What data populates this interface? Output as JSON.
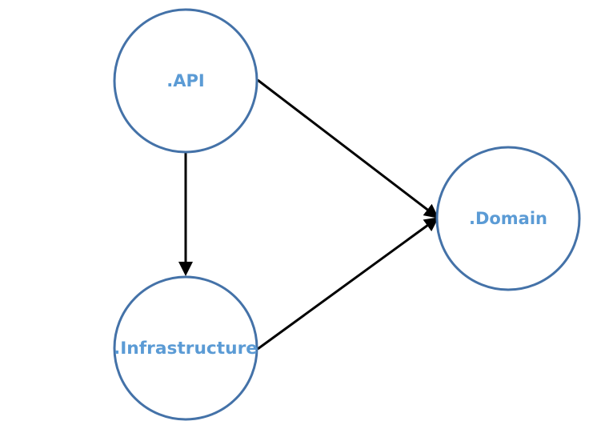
{
  "colors": {
    "node_stroke": "#4472a8",
    "label_text": "#5b9bd5",
    "edge": "#000000",
    "background": "#ffffff"
  },
  "nodes": {
    "api": {
      "label": ".API"
    },
    "infrastructure": {
      "label": ".Infrastructure"
    },
    "domain": {
      "label": ".Domain"
    }
  },
  "edges": [
    {
      "from": "api",
      "to": "infrastructure"
    },
    {
      "from": "api",
      "to": "domain"
    },
    {
      "from": "infrastructure",
      "to": "domain"
    }
  ]
}
